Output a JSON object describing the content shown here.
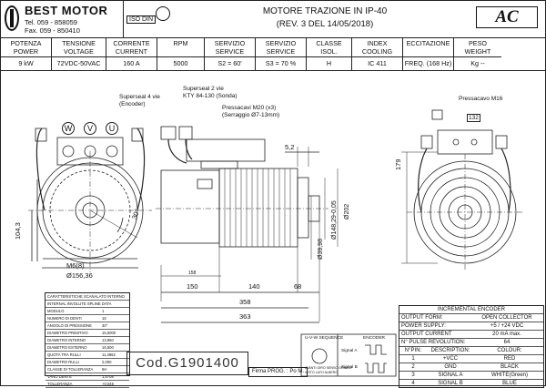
{
  "header": {
    "brand": "BEST MOTOR",
    "tel": "Tel. 059 - 858059",
    "fax": "Fax. 059 - 850410",
    "iso": "ISO DIN",
    "title": "MOTORE TRAZIONE IN IP-40",
    "revision": "(REV. 3 DEL 14/05/2018)",
    "badge": "AC"
  },
  "specs": [
    {
      "label": "POTENZA\nPOWER",
      "value": "9 kW"
    },
    {
      "label": "TENSIONE\nVOLTAGE",
      "value": "72VDC-50VAC"
    },
    {
      "label": "CORRENTE\nCURRENT",
      "value": "160 A"
    },
    {
      "label": "RPM",
      "value": "5000"
    },
    {
      "label": "SERVIZIO\nSERVICE",
      "value": "S2 =  60'"
    },
    {
      "label": "SERVIZIO\nSERVICE",
      "value": "S3 = 70 %"
    },
    {
      "label": "CLASSE\nISOL.",
      "value": "H"
    },
    {
      "label": "INDEX COOLING",
      "value": "IC 411"
    },
    {
      "label": "ECCITAZIONE",
      "value": "FREQ. (168 Hz)"
    },
    {
      "label": "PESO\nWEIGHT",
      "value": "Kg --"
    }
  ],
  "annotations": {
    "superseal4": "Superseal 4 vie",
    "encoder": "(Encoder)",
    "superseal2": "Superseal 2 vie",
    "kty": "KTY 84-130 (Sonda)",
    "pressacavi_m20": "Pressacavi M20 (x3)",
    "serraggio": "(Serraggio Ø7-13mm)",
    "pressacavo_m16": "Pressacavo M16",
    "sq132": "132",
    "terminal_w": "W",
    "terminal_v": "V",
    "terminal_u": "U",
    "dim_52": "5,2",
    "dim_179": "179",
    "dim_1043": "104,3",
    "dim_30": "30°",
    "dim_m6": "M6(8)",
    "dim_15636": "Ø156,36",
    "dim_3998": "Ø39,98",
    "dim_148": "Ø148,29-0,05",
    "dim_202": "Ø202",
    "dim_150": "150",
    "dim_140": "140",
    "dim_68": "68",
    "dim_358": "358",
    "dim_363": "363",
    "dim_158": "158"
  },
  "encoder": {
    "title": "INCREMENTAL ENCODER",
    "rows": [
      [
        "OUTPUT FORM:",
        "OPEN COLLECTOR"
      ],
      [
        "POWER SUPPLY:",
        "+5 / +24 VDC"
      ],
      [
        "OUTPUT CURRENT",
        "20 mA  max."
      ],
      [
        "N° PULSE REVOLUTION:",
        "64"
      ]
    ],
    "pin_header": [
      "N°PIN:",
      "DESCRIPTION:",
      "COLOUR:"
    ],
    "pins": [
      [
        "1",
        "+VCC",
        "RED"
      ],
      [
        "2",
        "GND",
        "BLACK"
      ],
      [
        "3",
        "SIGNAL A",
        "WHITE(Green)"
      ],
      [
        "4",
        "SIGNAL B",
        "BLUE"
      ]
    ]
  },
  "sequence": {
    "uvw": "U-V-W SEQUENCE",
    "encoder": "ENCODER",
    "signal_a": "Signal A",
    "signal_b": "Signal B",
    "note1": "AVANTI GIRO SENSO ORARIO",
    "note2": "VISTO LATO ALBERO"
  },
  "char_table": {
    "title": "CARATTERISTICHE SCANALATO INTERNO",
    "subtitle": "INTERNAL INVOLUTE SPLINE DATA",
    "rows": [
      [
        "MODULO",
        "1"
      ],
      [
        "NUMERO DI DENTI",
        "15"
      ],
      [
        "ANGOLO DI PRESSIONE",
        "30°"
      ],
      [
        "DIAMETRO PRIMITIVO",
        "15,0000"
      ],
      [
        "DIAMETRO INTERNO",
        "13,950"
      ],
      [
        "DIAMETRO ESTERNO",
        "16,500"
      ],
      [
        "QUOTA TRA RULLI",
        "11,3862"
      ],
      [
        "DIAMETRO RULLI",
        "2,000"
      ],
      [
        "CLASSE DI TOLLERANZA",
        "6H"
      ],
      [
        "VANO DENTE",
        "1,5708"
      ],
      [
        "TOLLERANZA",
        "+0,045"
      ]
    ]
  },
  "code": "Cod.G1901400",
  "firma": "Firma PROG. : Po M."
}
